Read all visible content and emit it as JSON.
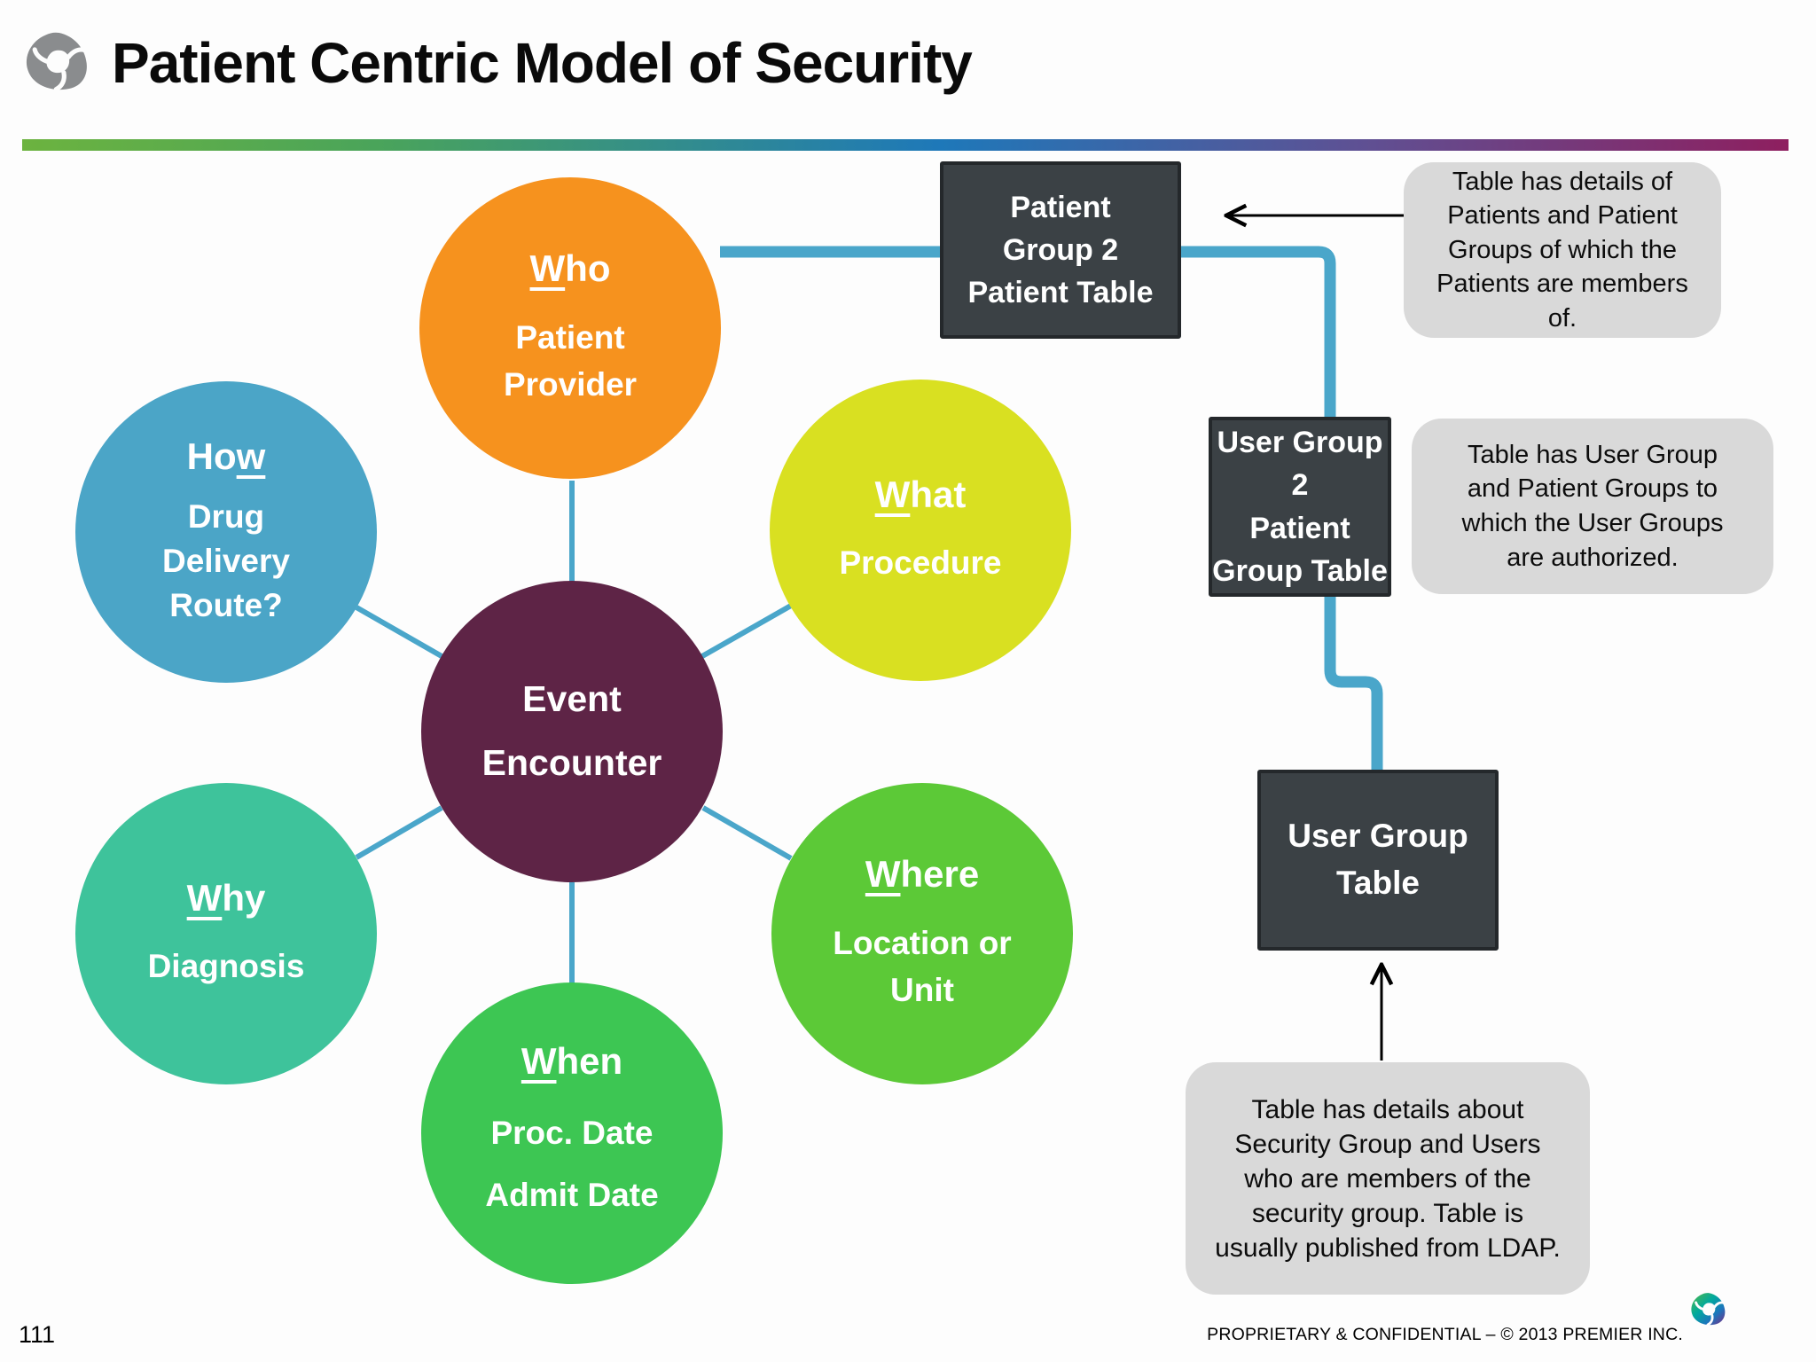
{
  "slide": {
    "title": "Patient Centric Model of Security",
    "page_number": "111",
    "footer": "PROPRIETARY & CONFIDENTIAL – © 2013 PREMIER INC."
  },
  "diagram": {
    "center": {
      "body": "Event\nEncounter",
      "color": "#5E2446"
    },
    "circles": {
      "who": {
        "head_pre": "",
        "head_u": "W",
        "head_post": "ho",
        "body": "Patient\nProvider",
        "color": "#F6921E"
      },
      "how": {
        "head_pre": "Ho",
        "head_u": "w",
        "head_post": "",
        "body": "Drug\nDelivery\nRoute?",
        "color": "#4BA5C7"
      },
      "what": {
        "head_pre": "",
        "head_u": "W",
        "head_post": "hat",
        "body": "Procedure",
        "color": "#D9E021"
      },
      "why": {
        "head_pre": "",
        "head_u": "W",
        "head_post": "hy",
        "body": "Diagnosis",
        "color": "#3EC39B"
      },
      "when": {
        "head_pre": "",
        "head_u": "W",
        "head_post": "hen",
        "body": "Proc. Date\nAdmit Date",
        "color": "#3DC653"
      },
      "where": {
        "head_pre": "",
        "head_u": "W",
        "head_post": "here",
        "body": "Location or\nUnit",
        "color": "#5CC937"
      }
    },
    "boxes": {
      "patient_group_2_patient_table": "Patient\nGroup 2\nPatient Table",
      "user_group_2_patient_group_table": "User Group 2\nPatient\nGroup Table",
      "user_group_table": "User Group\nTable"
    },
    "callouts": {
      "patient_group_2_patient_table": "Table has  details of\nPatients  and Patient\nGroups of which  the\nPatients are members\nof.",
      "user_group_2_patient_group_table": "Table has  User Group\nand Patient Groups to\nwhich the User Groups\nare authorized.",
      "user_group_table": "Table has  details about\nSecurity Group and Users\nwho are members of  the\nsecurity group. Table is\nusually published from LDAP."
    },
    "colors": {
      "connector_blue": "#4AA6CA",
      "box_fill": "#3B4145",
      "callout_fill": "#D9D9D9",
      "bar_gradient": [
        "#6CB33F",
        "#1E78B9",
        "#8E1F5F"
      ]
    }
  }
}
